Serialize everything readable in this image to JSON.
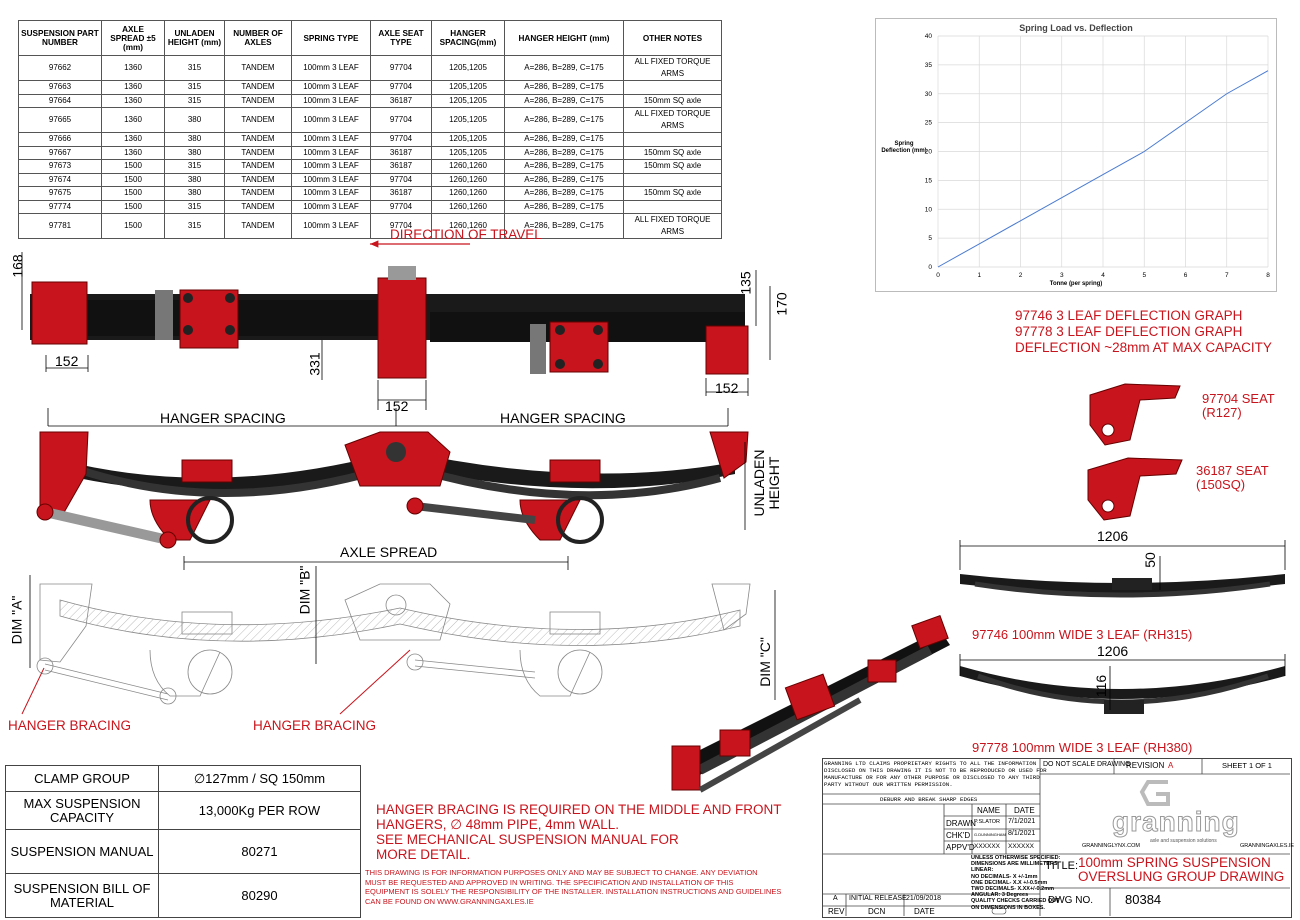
{
  "spec_table": {
    "headers": [
      "SUSPENSION PART NUMBER",
      "AXLE SPREAD ±5 (mm)",
      "UNLADEN HEIGHT (mm)",
      "NUMBER OF AXLES",
      "SPRING TYPE",
      "AXLE SEAT TYPE",
      "HANGER SPACING(mm)",
      "HANGER HEIGHT (mm)",
      "OTHER NOTES"
    ],
    "rows": [
      [
        "97662",
        "1360",
        "315",
        "TANDEM",
        "100mm 3 LEAF",
        "97704",
        "1205,1205",
        "A=286, B=289, C=175",
        "ALL FIXED TORQUE ARMS"
      ],
      [
        "97663",
        "1360",
        "315",
        "TANDEM",
        "100mm 3 LEAF",
        "97704",
        "1205,1205",
        "A=286, B=289, C=175",
        ""
      ],
      [
        "97664",
        "1360",
        "315",
        "TANDEM",
        "100mm 3 LEAF",
        "36187",
        "1205,1205",
        "A=286, B=289, C=175",
        "150mm SQ axle"
      ],
      [
        "97665",
        "1360",
        "380",
        "TANDEM",
        "100mm 3 LEAF",
        "97704",
        "1205,1205",
        "A=286, B=289, C=175",
        "ALL FIXED TORQUE ARMS"
      ],
      [
        "97666",
        "1360",
        "380",
        "TANDEM",
        "100mm 3 LEAF",
        "97704",
        "1205,1205",
        "A=286, B=289, C=175",
        ""
      ],
      [
        "97667",
        "1360",
        "380",
        "TANDEM",
        "100mm 3 LEAF",
        "36187",
        "1205,1205",
        "A=286, B=289, C=175",
        "150mm SQ axle"
      ],
      [
        "97673",
        "1500",
        "315",
        "TANDEM",
        "100mm 3 LEAF",
        "36187",
        "1260,1260",
        "A=286, B=289, C=175",
        "150mm SQ axle"
      ],
      [
        "97674",
        "1500",
        "380",
        "TANDEM",
        "100mm 3 LEAF",
        "97704",
        "1260,1260",
        "A=286, B=289, C=175",
        ""
      ],
      [
        "97675",
        "1500",
        "380",
        "TANDEM",
        "100mm 3 LEAF",
        "36187",
        "1260,1260",
        "A=286, B=289, C=175",
        "150mm SQ axle"
      ],
      [
        "97774",
        "1500",
        "315",
        "TANDEM",
        "100mm 3 LEAF",
        "97704",
        "1260,1260",
        "A=286, B=289, C=175",
        ""
      ],
      [
        "97781",
        "1500",
        "315",
        "TANDEM",
        "100mm 3 LEAF",
        "97704",
        "1260,1260",
        "A=286, B=289, C=175",
        "ALL FIXED TORQUE ARMS"
      ]
    ]
  },
  "chart_data": {
    "type": "line",
    "title": "Spring Load vs. Deflection",
    "xlabel": "Tonne (per spring)",
    "ylabel": "Spring Deflection (mm)",
    "xlim": [
      0,
      8
    ],
    "ylim": [
      0,
      40
    ],
    "x_ticks": [
      0,
      1,
      2,
      3,
      4,
      5,
      6,
      7,
      8
    ],
    "y_ticks": [
      0,
      5,
      10,
      15,
      20,
      25,
      30,
      35,
      40
    ],
    "grid": true,
    "series": [
      {
        "x": [
          0,
          1,
          2,
          3,
          4,
          5,
          6,
          7,
          8
        ],
        "values": [
          0,
          4,
          8,
          12,
          16,
          20,
          25,
          30,
          34
        ]
      }
    ],
    "colors": {
      "line": "#4a7bd0"
    }
  },
  "graph_notes": [
    "97746 3 LEAF DEFLECTION GRAPH",
    "97778 3 LEAF DEFLECTION GRAPH",
    "DEFLECTION ~28mm AT MAX CAPACITY"
  ],
  "drawing": {
    "direction": "DIRECTION OF TRAVEL",
    "dim_168": "168",
    "dim_152_left": "152",
    "dim_331": "331",
    "dim_152_mid": "152",
    "dim_135": "135",
    "dim_170": "170",
    "dim_152_right": "152",
    "hanger_spacing_1": "HANGER SPACING",
    "hanger_spacing_2": "HANGER SPACING",
    "unladen_height": "UNLADEN HEIGHT",
    "axle_spread": "AXLE SPREAD",
    "dim_a": "DIM \"A\"",
    "dim_b": "DIM \"B\"",
    "dim_c": "DIM \"C\"",
    "hanger_bracing_1": "HANGER BRACING",
    "hanger_bracing_2": "HANGER BRACING"
  },
  "seats": {
    "seat1_line1": "97704 SEAT",
    "seat1_line2": "(R127)",
    "seat2_line1": "36187 SEAT",
    "seat2_line2": "(150SQ)"
  },
  "springs": {
    "len1": "1206",
    "h1": "50",
    "label1": "97746 100mm WIDE 3 LEAF (RH315)",
    "len2": "1206",
    "h2": "116",
    "label2": "97778 100mm WIDE 3 LEAF (RH380)"
  },
  "info_table": [
    [
      "CLAMP GROUP",
      "∅127mm / SQ 150mm"
    ],
    [
      "MAX SUSPENSION CAPACITY",
      "13,000Kg PER ROW"
    ],
    [
      "SUSPENSION MANUAL",
      "80271"
    ],
    [
      "SUSPENSION BILL OF MATERIAL",
      "80290"
    ]
  ],
  "notes": {
    "bracing_1": "HANGER BRACING IS REQUIRED ON THE MIDDLE AND FRONT",
    "bracing_2": "HANGERS, ∅ 48mm PIPE, 4mm WALL.",
    "bracing_3": " SEE MECHANICAL SUSPENSION MANUAL FOR",
    "bracing_4": "MORE DETAIL.",
    "disclaimer_1": "THIS DRAWING IS FOR INFORMATION PURPOSES ONLY AND MAY BE SUBJECT TO CHANGE. ANY DEVIATION",
    "disclaimer_2": "MUST BE REQUESTED AND APPROVED IN WRITING. THE SPECIFICATION AND INSTALLATION OF THIS",
    "disclaimer_3": "EQUIPMENT IS SOLELY THE RESPONSIBILITY OF THE INSTALLER. INSTALLATION INSTRUCTIONS AND GUIDELINES",
    "disclaimer_4": "CAN BE FOUND ON WWW.GRANNINGAXLES.IE"
  },
  "title_block": {
    "proprietary_1": "GRANNING LTD CLAIMS PROPRIETARY    RIGHTS TO ALL THE INFORMATION",
    "proprietary_2": "DISCLOSED ON THIS DRAWING IT IS NOT TO BE REPRODUCED OR USED FOR",
    "proprietary_3": "MANUFACTURE OR FOR ANY OTHER PURPOSE OR DISCLOSED TO ANY THIRD",
    "proprietary_4": "PARTY WITHOUT OUR WRITTEN  PERMISSION.",
    "deburr": "DEBURR AND BREAK SHARP EDGES",
    "do_not_scale": "DO NOT SCALE DRAWING",
    "revision_label": "REVISION",
    "revision_value": "A",
    "sheet": "SHEET 1 OF 1",
    "name_hdr": "NAME",
    "date_hdr": "DATE",
    "drawn": "DRAWN",
    "drawn_name": "P.SLATOR",
    "drawn_date": "7/1/2021",
    "chkd": "CHK'D",
    "chkd_name": "G.DUNNINGHAM",
    "chkd_date": "8/1/2021",
    "appvd": "APPV'D",
    "appvd_name": "XXXXXX",
    "appvd_date": "XXXXXX",
    "tol_1": "UNLESS OTHERWISE SPECIFIED:",
    "tol_2": "DIMENSIONS ARE MILLIMETERS",
    "tol_3": "LINEAR:",
    "tol_4": "NO DECIMALS-      X +/-1mm",
    "tol_5": "ONE DECIMAL-      X.X +/-0.5mm",
    "tol_6": "TWO DECIMALS-    X.XX+/-0.2mm",
    "tol_7": "ANGULAR: 3 Degrees",
    "tol_8": "QUALITY CHECKS CARRIED OUT",
    "tol_9": "ON DIMENSIONS IN        BOXES.",
    "rev_a": "A",
    "initial_release": "INITIAL RELEASE",
    "release_date": "21/09/2018",
    "rev_hdr": "REV",
    "dcn_hdr": "DCN",
    "date_hdr2": "DATE",
    "logo": "granning",
    "tagline": "axle and suspension solutions",
    "site_left": "GRANNINGLYNX.COM",
    "site_right": "GRANNINGAXLES.IE",
    "title_label": "TITLE:",
    "title_1": "100mm SPRING SUSPENSION",
    "title_2": "OVERSLUNG GROUP DRAWING",
    "dwg_label": "DWG NO.",
    "dwg_no": "80384"
  }
}
